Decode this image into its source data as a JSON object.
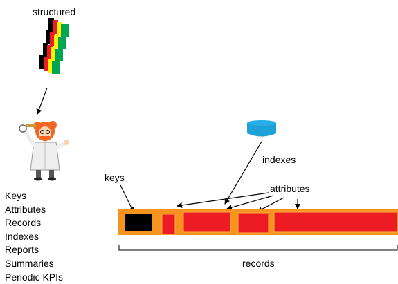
{
  "labels": {
    "structured": "structured",
    "indexes": "indexes",
    "keys": "keys",
    "attributes": "attributes",
    "records": "records"
  },
  "list_items": [
    "Keys",
    "Attributes",
    "Records",
    "Indexes",
    "Reports",
    "Summaries",
    "Periodic KPIs"
  ],
  "colors": {
    "record_band": "#f7931e",
    "attribute_block": "#ed1c24",
    "key_block": "#000000",
    "index_cylinder": "#1ea0d8",
    "doc_black": "#000000",
    "doc_red": "#ed1c24",
    "doc_yellow": "#fff200",
    "doc_green": "#00a651"
  },
  "icons": [
    "document-stack-icon",
    "scientist-icon",
    "database-cylinder-icon"
  ]
}
